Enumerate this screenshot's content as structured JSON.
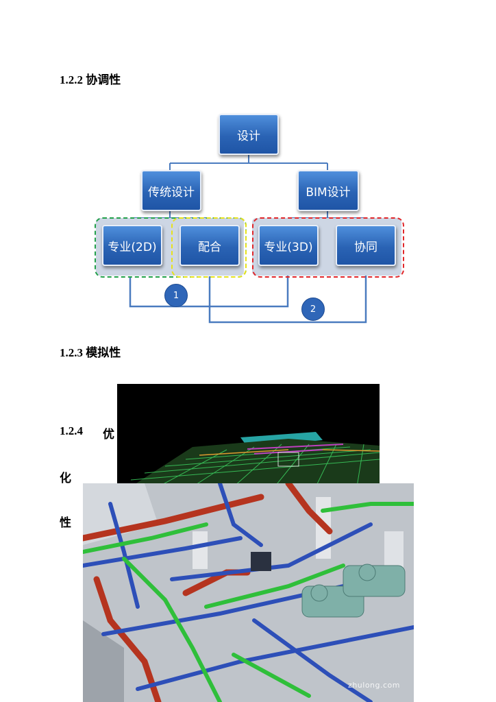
{
  "sections": {
    "coordination_heading": "1.2.2 协调性",
    "simulation_heading": "1.2.3 模拟性",
    "optimization_heading_num": "1.2.4",
    "optimization_heading_chars": [
      "优",
      "化",
      "性"
    ]
  },
  "diagram": {
    "root": "设计",
    "left_branch": "传统设计",
    "right_branch": "BIM设计",
    "leaves": [
      "专业(2D)",
      "配合",
      "专业(3D)",
      "协同"
    ],
    "flow_labels": [
      "1",
      "2"
    ],
    "colors": {
      "node": "#2a63b4",
      "connector": "#4a7bbf",
      "green_dash": "#22a04a",
      "yellow_dash": "#e8e21a",
      "red_dash": "#e0262a"
    }
  },
  "images": {
    "watermark": "zhulong.com"
  }
}
